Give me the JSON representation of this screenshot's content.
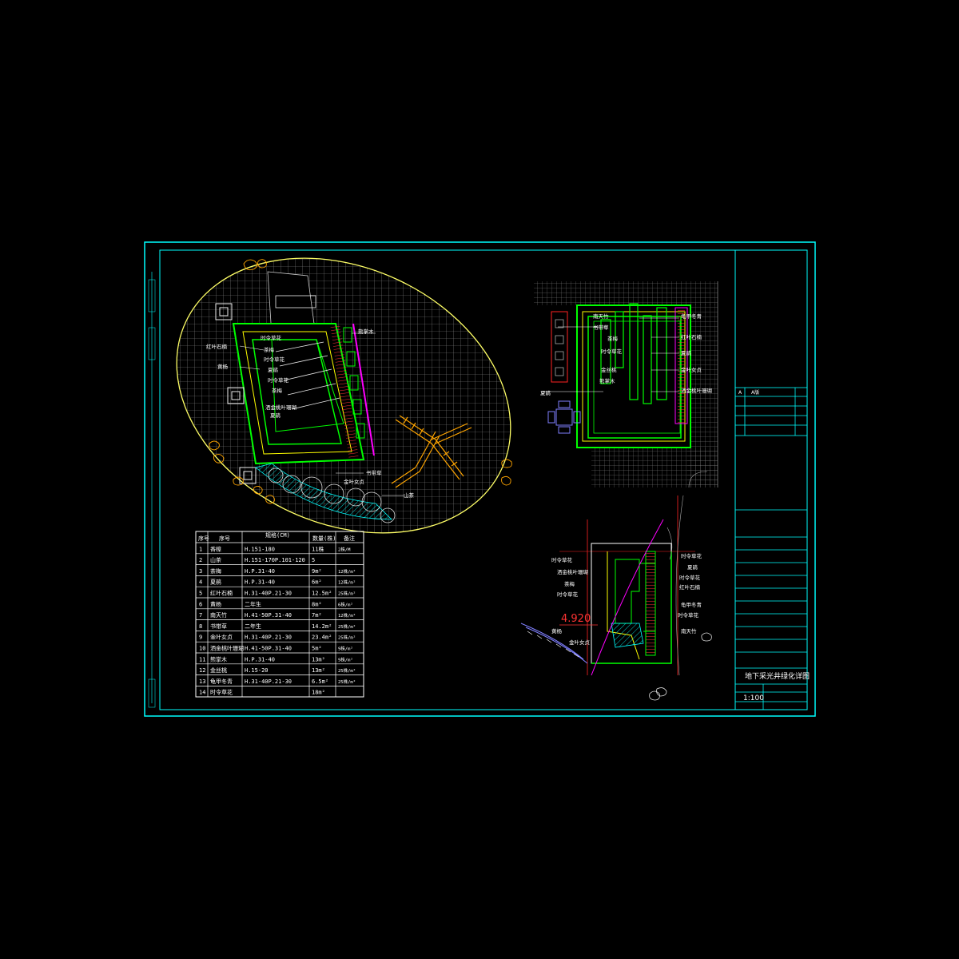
{
  "title_block": {
    "drawing_title": "地下采光井绿化详图",
    "scale": "1:100",
    "revision_mark": "A",
    "revision_note": "A版"
  },
  "dimension_label": "4.920",
  "table": {
    "headers": [
      "序号",
      "序号",
      "规格(CM)",
      "数量(株)",
      "备注"
    ],
    "rows": [
      [
        "1",
        "香樟",
        "H.151-180",
        "11株",
        "2株/M"
      ],
      [
        "2",
        "山茶",
        "H.151-170P.101-120",
        "5",
        ""
      ],
      [
        "3",
        "茶梅",
        "H.P.31-40",
        "9m²",
        "12株/m²"
      ],
      [
        "4",
        "夏鹃",
        "H.P.31-40",
        "6m²",
        "12株/m²"
      ],
      [
        "5",
        "红叶石楠",
        "H.31-40P.21-30",
        "12.5m²",
        "25株/m²"
      ],
      [
        "6",
        "黄杨",
        "二年生",
        "8m²",
        "6株/m²"
      ],
      [
        "7",
        "南天竹",
        "H.41-50P.31-40",
        "7m²",
        "12株/m²"
      ],
      [
        "8",
        "书带草",
        "二年生",
        "14.2m²",
        "25株/m²"
      ],
      [
        "9",
        "金叶女贞",
        "H.31-40P.21-30",
        "23.4m²",
        "25株/m²"
      ],
      [
        "10",
        "洒金桃叶珊瑚",
        "H.41-50P.31-40",
        "5m²",
        "9株/m²"
      ],
      [
        "11",
        "熊掌木",
        "H.P.31-40",
        "13m²",
        "9株/m²"
      ],
      [
        "12",
        "金丝桃",
        "H.15-20",
        "13m²",
        "25株/m²"
      ],
      [
        "13",
        "龟甲冬青",
        "H.31-40P.21-30",
        "6.5m²",
        "25株/m²"
      ],
      [
        "14",
        "时令草花",
        "",
        "18m²",
        ""
      ]
    ]
  },
  "left_plan_labels": [
    "红叶石楠",
    "黄杨",
    "时令草花",
    "茶梅",
    "时令草花",
    "夏鹃",
    "时令草花",
    "茶梅",
    "洒金桃叶珊瑚",
    "夏鹃",
    "熊掌木",
    "书带草",
    "金叶女贞",
    "山茶"
  ],
  "top_right_labels_left": [
    "南天竹",
    "书带草",
    "茶梅",
    "时令草花",
    "金丝桃",
    "熊掌木",
    "夏鹃"
  ],
  "top_right_labels_right": [
    "龟甲冬青",
    "红叶石楠",
    "夏鹃",
    "金叶女贞",
    "洒金桃叶珊瑚"
  ],
  "bottom_right_labels_left": [
    "时令草花",
    "洒金桃叶珊瑚",
    "茶梅",
    "时令草花",
    "黄杨",
    "金叶女贞"
  ],
  "bottom_right_labels_right": [
    "时令草花",
    "夏鹃",
    "时令草花",
    "红叶石楠",
    "龟甲冬青",
    "时令草花",
    "南天竹"
  ],
  "colors": {
    "frame": "#00ffff",
    "paving": "#9a9a9a",
    "hedge": "#00ff00",
    "accent": "#ff00ff",
    "wood": "#ffa500",
    "table": "#ffffff",
    "ellipse": "#ffff66"
  }
}
